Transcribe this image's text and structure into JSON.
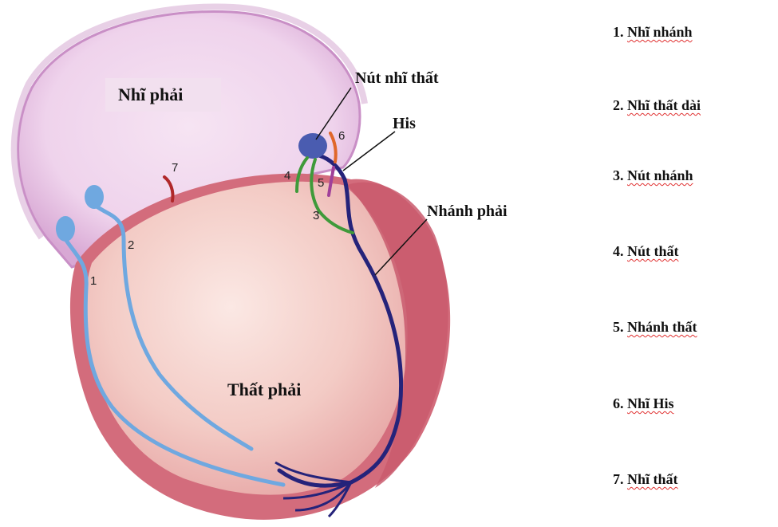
{
  "labels": {
    "right_atrium": "Nhĩ phải",
    "right_ventricle": "Thất phải",
    "av_node": "Nút nhĩ thất",
    "his": "His",
    "right_branch": "Nhánh phải"
  },
  "pathway_numbers": [
    "1",
    "2",
    "3",
    "4",
    "5",
    "6",
    "7"
  ],
  "legend": [
    {
      "num": "1.",
      "text": "Nhĩ nhánh"
    },
    {
      "num": "2.",
      "text": "Nhĩ thất dài"
    },
    {
      "num": "3.",
      "text": "Nút nhánh"
    },
    {
      "num": "4.",
      "text": "Nút thất"
    },
    {
      "num": "5.",
      "text": "Nhánh thất"
    },
    {
      "num": "6.",
      "text": "Nhĩ His"
    },
    {
      "num": "7.",
      "text": "Nhĩ thất"
    }
  ],
  "colors": {
    "atrium": "#f0d4ec",
    "ventricle_outer": "#d9707f",
    "ventricle_inner": "#f2c2c0",
    "pathway_light_blue": "#6fa8e0",
    "pathway_dark_blue": "#25237a",
    "node_blue": "#4a5cb0",
    "pathway_green": "#3f9a3a",
    "pathway_orange": "#e0672a",
    "pathway_purple": "#a0409a",
    "pathway_red": "#b0282a"
  }
}
